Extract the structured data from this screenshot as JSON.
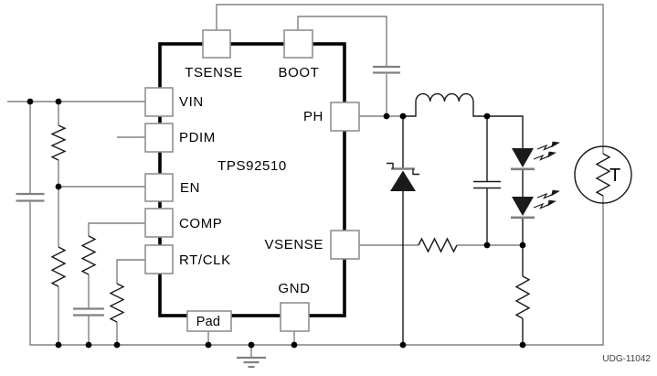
{
  "figure": {
    "id_label": "UDG-11042"
  },
  "ic": {
    "part_number": "TPS92510",
    "pins": {
      "tsense": "TSENSE",
      "boot": "BOOT",
      "vin": "VIN",
      "pdim": "PDIM",
      "en": "EN",
      "comp": "COMP",
      "rt_clk": "RT/CLK",
      "ph": "PH",
      "vsense": "VSENSE",
      "gnd": "GND",
      "pad": "Pad"
    }
  },
  "thermistor": {
    "label": "T"
  },
  "components": [
    "input-capacitor",
    "enable-divider-resistor-upper",
    "enable-divider-resistor-lower",
    "comp-resistor",
    "comp-capacitor",
    "rt-clk-resistor",
    "boot-capacitor",
    "inductor",
    "schottky-diode",
    "output-capacitor",
    "led-1",
    "led-2",
    "led-current-sense-resistor",
    "vsense-series-resistor",
    "thermistor",
    "earth-ground"
  ],
  "colors": {
    "wire": "#808080",
    "symbol": "#1a1a1a",
    "ic_outline": "#000000",
    "pin_box_stroke": "#909090",
    "background": "#ffffff",
    "text": "#000000"
  }
}
